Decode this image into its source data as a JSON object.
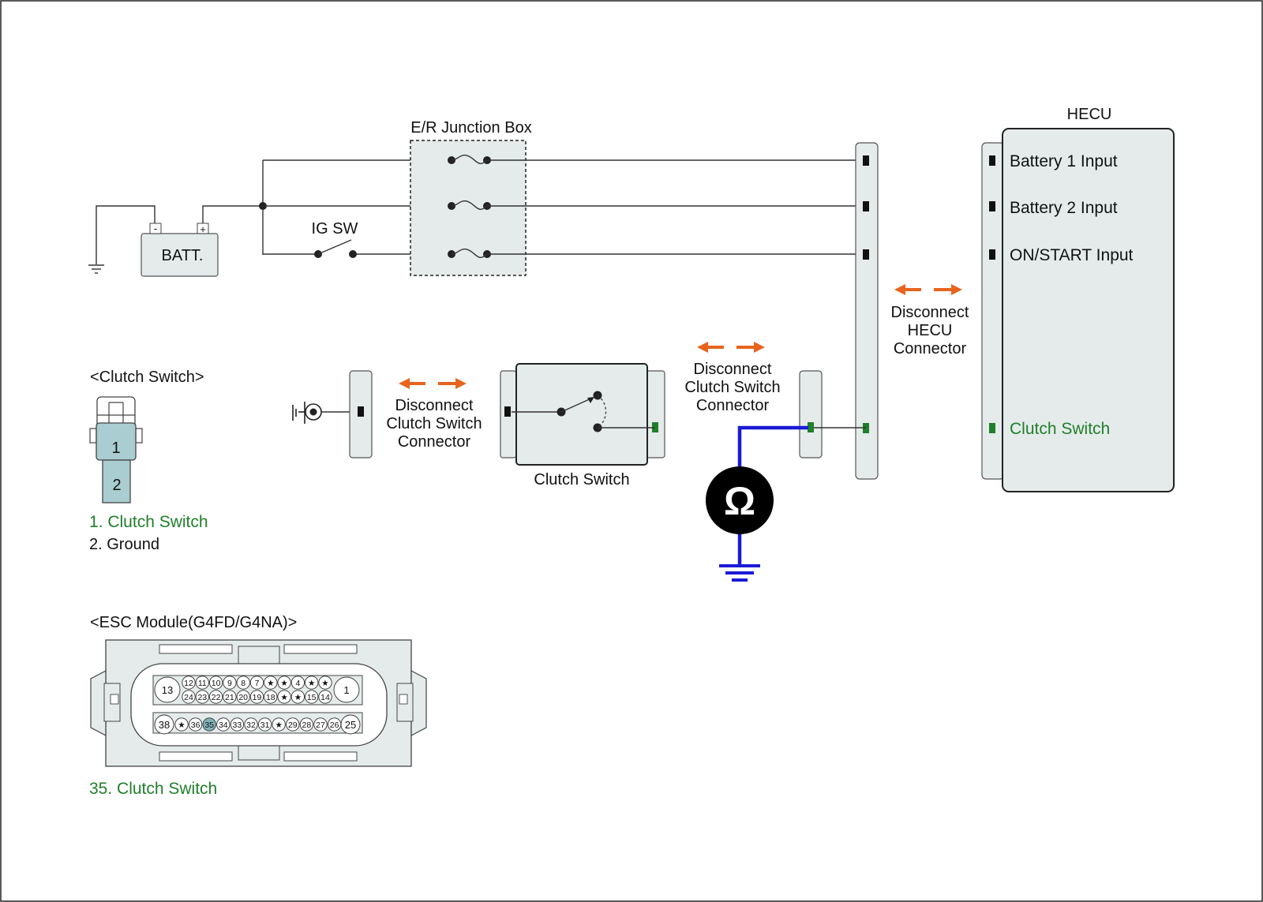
{
  "colors": {
    "accent_green": "#1f7f2a",
    "arrow_orange": "#e8641e",
    "meter_wire_blue": "#1a1ad6",
    "panel_fill": "#e5ebeb",
    "highlight_pin": "#7fb3b8"
  },
  "labels": {
    "junction_box": "E/R Junction Box",
    "batt": "BATT.",
    "ig_sw": "IG SW",
    "hecu_title": "HECU",
    "clutch_switch_header": "<Clutch Switch>",
    "clutch_switch_component": "Clutch Switch",
    "esc_header": "<ESC Module(G4FD/G4NA)>",
    "batt_minus": "-",
    "batt_plus": "+"
  },
  "hecu_pins": [
    "Battery 1 Input",
    "Battery 2 Input",
    "ON/START Input",
    "Clutch Switch"
  ],
  "disconnect_labels": {
    "left": [
      "Disconnect",
      "Clutch Switch",
      "Connector"
    ],
    "mid": [
      "Disconnect",
      "Clutch Switch",
      "Connector"
    ],
    "hecu": [
      "Disconnect",
      "HECU",
      "Connector"
    ]
  },
  "meter": {
    "symbol": "Ω",
    "icon": "ohmmeter-icon"
  },
  "clutch_connector": {
    "pins": [
      "1",
      "2"
    ],
    "legend": [
      "1. Clutch Switch",
      "2. Ground"
    ]
  },
  "esc_connector": {
    "top_row": [
      "12",
      "11",
      "10",
      "9",
      "8",
      "7",
      "★",
      "★",
      "4",
      "★",
      "★"
    ],
    "second_row": [
      "24",
      "23",
      "22",
      "21",
      "20",
      "19",
      "18",
      "★",
      "★",
      "15",
      "14"
    ],
    "bottom_row": [
      "★",
      "36",
      "35",
      "34",
      "33",
      "32",
      "31",
      "★",
      "29",
      "28",
      "27",
      "26"
    ],
    "big_pins": [
      "13",
      "1",
      "38",
      "25"
    ],
    "highlight_pin": "35",
    "legend": "35. Clutch Switch"
  }
}
